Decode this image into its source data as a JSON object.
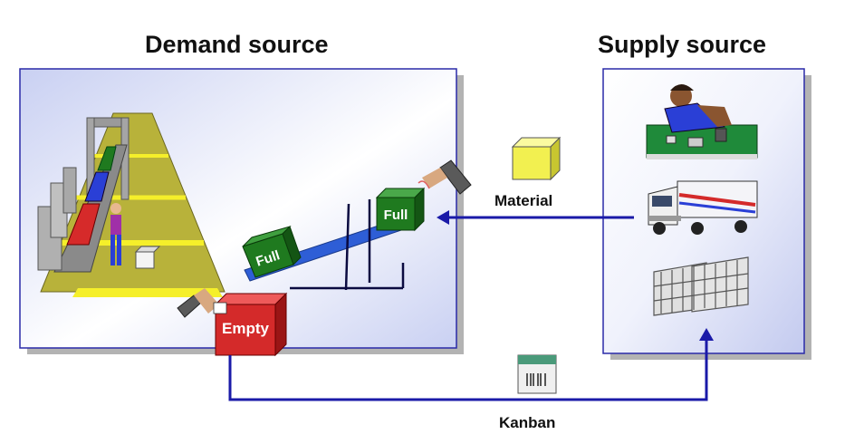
{
  "demand_source": {
    "title": "Demand source"
  },
  "supply_source": {
    "title": "Supply source"
  },
  "flows": {
    "material_label": "Material",
    "kanban_label": "Kanban"
  },
  "bins": {
    "full_on_ramp": "Full",
    "full_top": "Full",
    "empty": "Empty"
  },
  "colors": {
    "panel_border": "#2a2aa8",
    "arrow": "#1a1aa8",
    "full_bin": "#1f7a1f",
    "empty_bin": "#d42a2a",
    "conveyor": "#2e5ed6",
    "pyramid": "#b8b23a",
    "stripe_yellow": "#f5ef2a"
  },
  "icons": [
    "worker-at-bench-icon",
    "truck-icon",
    "warehouse-racks-icon",
    "kanban-card-icon",
    "barcode-scanner-icon",
    "material-cube-icon",
    "assembly-line-icon"
  ]
}
